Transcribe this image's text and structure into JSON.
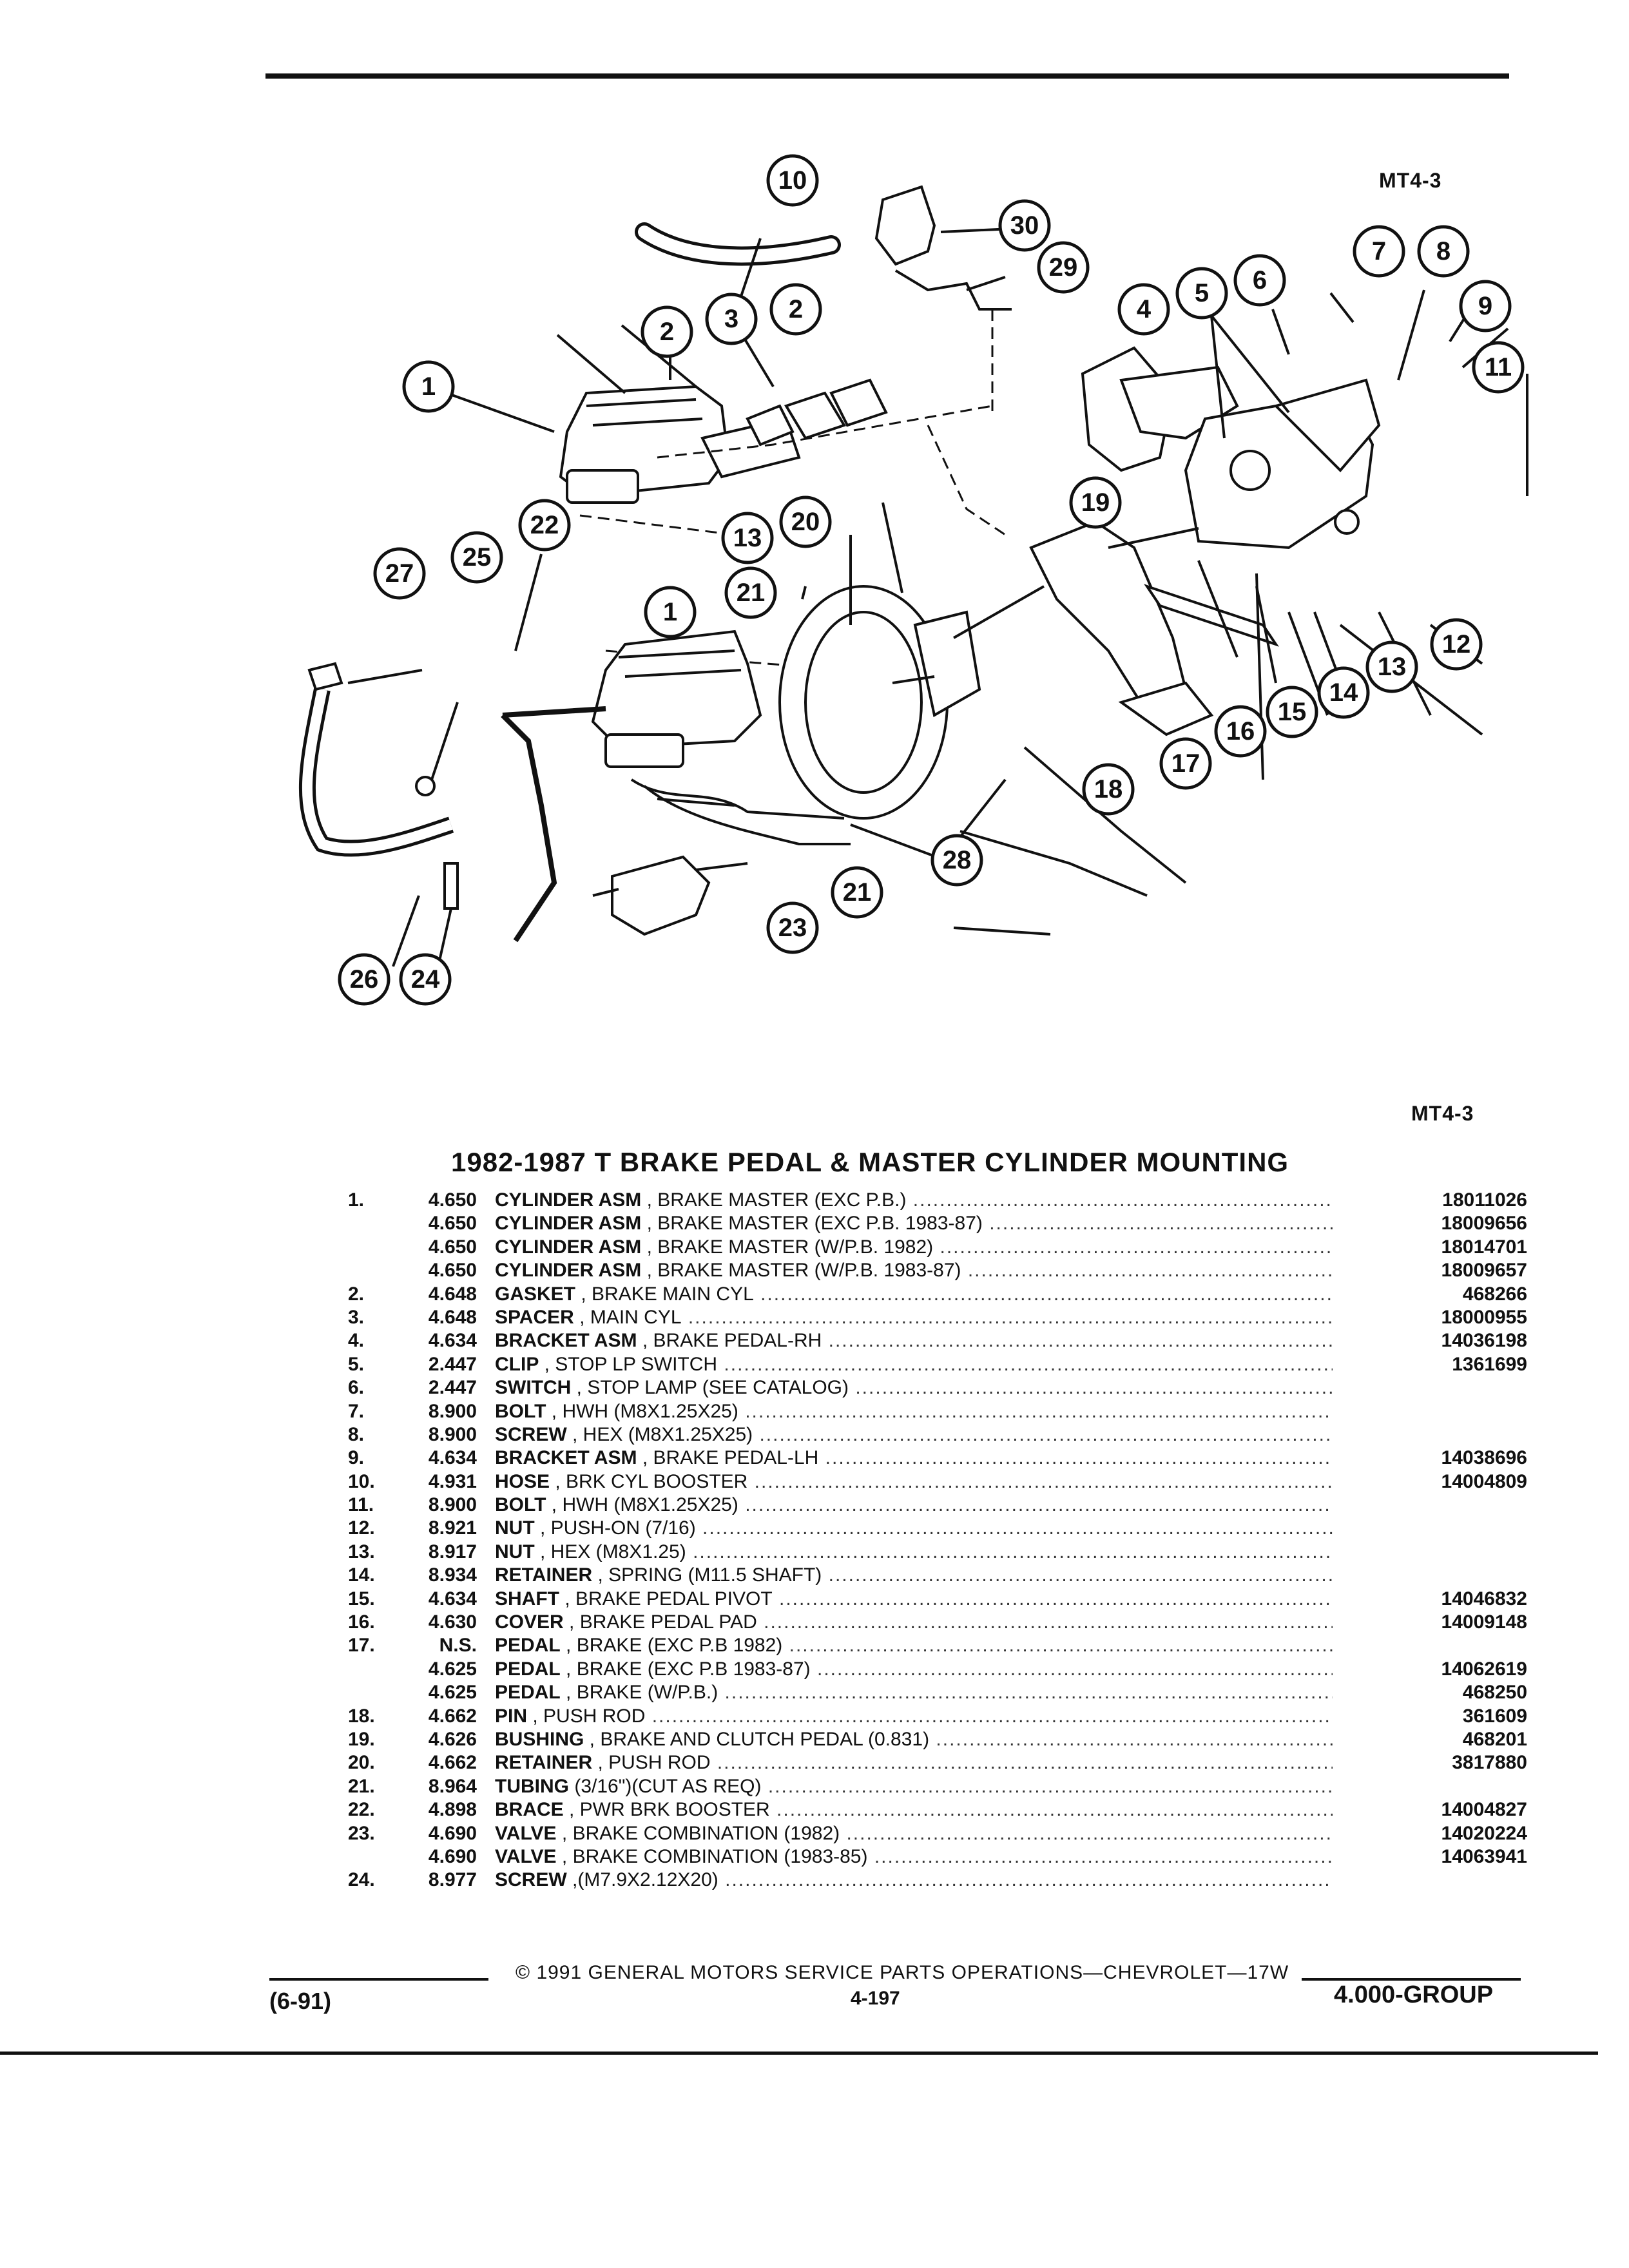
{
  "header": {
    "fig_top": "MT4-3",
    "fig_bottom": "MT4-3"
  },
  "title": "1982-1987 T BRAKE PEDAL & MASTER CYLINDER MOUNTING",
  "callouts": [
    "1",
    "2",
    "3",
    "2",
    "1",
    "4",
    "5",
    "6",
    "7",
    "8",
    "9",
    "10",
    "11",
    "12",
    "13",
    "13",
    "14",
    "15",
    "16",
    "17",
    "18",
    "19",
    "20",
    "21",
    "21",
    "22",
    "23",
    "24",
    "25",
    "26",
    "27",
    "28",
    "29",
    "30"
  ],
  "parts": [
    {
      "num": "1.",
      "grp": "4.650",
      "name": "CYLINDER ASM",
      "desc": " , BRAKE MASTER (EXC P.B.)",
      "pn": "18011026"
    },
    {
      "num": "",
      "grp": "4.650",
      "name": "CYLINDER ASM",
      "desc": " , BRAKE MASTER (EXC P.B. 1983-87)",
      "pn": "18009656"
    },
    {
      "num": "",
      "grp": "4.650",
      "name": "CYLINDER ASM",
      "desc": " , BRAKE MASTER (W/P.B. 1982)",
      "pn": "18014701"
    },
    {
      "num": "",
      "grp": "4.650",
      "name": "CYLINDER ASM",
      "desc": " , BRAKE MASTER (W/P.B. 1983-87)",
      "pn": "18009657"
    },
    {
      "num": "2.",
      "grp": "4.648",
      "name": "GASKET",
      "desc": " , BRAKE MAIN CYL",
      "pn": "468266"
    },
    {
      "num": "3.",
      "grp": "4.648",
      "name": "SPACER",
      "desc": " , MAIN CYL",
      "pn": "18000955"
    },
    {
      "num": "4.",
      "grp": "4.634",
      "name": "BRACKET ASM",
      "desc": " , BRAKE PEDAL-RH",
      "pn": "14036198"
    },
    {
      "num": "5.",
      "grp": "2.447",
      "name": "CLIP",
      "desc": " , STOP LP SWITCH",
      "pn": "1361699"
    },
    {
      "num": "6.",
      "grp": "2.447",
      "name": "SWITCH",
      "desc": " , STOP LAMP (SEE CATALOG)",
      "pn": ""
    },
    {
      "num": "7.",
      "grp": "8.900",
      "name": "BOLT",
      "desc": " , HWH (M8X1.25X25)",
      "pn": ""
    },
    {
      "num": "8.",
      "grp": "8.900",
      "name": "SCREW",
      "desc": " , HEX (M8X1.25X25)",
      "pn": ""
    },
    {
      "num": "9.",
      "grp": "4.634",
      "name": "BRACKET ASM",
      "desc": " , BRAKE PEDAL-LH",
      "pn": "14038696"
    },
    {
      "num": "10.",
      "grp": "4.931",
      "name": "HOSE",
      "desc": " , BRK CYL BOOSTER",
      "pn": "14004809"
    },
    {
      "num": "11.",
      "grp": "8.900",
      "name": "BOLT",
      "desc": " , HWH (M8X1.25X25)",
      "pn": ""
    },
    {
      "num": "12.",
      "grp": "8.921",
      "name": "NUT",
      "desc": " , PUSH-ON (7/16)",
      "pn": ""
    },
    {
      "num": "13.",
      "grp": "8.917",
      "name": "NUT",
      "desc": " , HEX (M8X1.25)",
      "pn": ""
    },
    {
      "num": "14.",
      "grp": "8.934",
      "name": "RETAINER",
      "desc": " , SPRING (M11.5 SHAFT)",
      "pn": ""
    },
    {
      "num": "15.",
      "grp": "4.634",
      "name": "SHAFT",
      "desc": " , BRAKE PEDAL PIVOT",
      "pn": "14046832"
    },
    {
      "num": "16.",
      "grp": "4.630",
      "name": "COVER",
      "desc": " , BRAKE PEDAL PAD",
      "pn": "14009148"
    },
    {
      "num": "17.",
      "grp": "N.S.",
      "name": "PEDAL",
      "desc": " , BRAKE (EXC P.B 1982)",
      "pn": ""
    },
    {
      "num": "",
      "grp": "4.625",
      "name": "PEDAL",
      "desc": " , BRAKE (EXC P.B 1983-87)",
      "pn": "14062619"
    },
    {
      "num": "",
      "grp": "4.625",
      "name": "PEDAL",
      "desc": " , BRAKE (W/P.B.)",
      "pn": "468250"
    },
    {
      "num": "18.",
      "grp": "4.662",
      "name": "PIN",
      "desc": " , PUSH ROD",
      "pn": "361609"
    },
    {
      "num": "19.",
      "grp": "4.626",
      "name": "BUSHING",
      "desc": " , BRAKE AND CLUTCH PEDAL (0.831)",
      "pn": "468201"
    },
    {
      "num": "20.",
      "grp": "4.662",
      "name": "RETAINER",
      "desc": " , PUSH ROD",
      "pn": "3817880"
    },
    {
      "num": "21.",
      "grp": "8.964",
      "name": "TUBING",
      "desc": " (3/16\")(CUT AS REQ)",
      "pn": ""
    },
    {
      "num": "22.",
      "grp": "4.898",
      "name": "BRACE",
      "desc": " , PWR BRK BOOSTER",
      "pn": "14004827"
    },
    {
      "num": "23.",
      "grp": "4.690",
      "name": "VALVE",
      "desc": " , BRAKE COMBINATION (1982)",
      "pn": "14020224"
    },
    {
      "num": "",
      "grp": "4.690",
      "name": "VALVE",
      "desc": " , BRAKE COMBINATION (1983-85)",
      "pn": "14063941"
    },
    {
      "num": "24.",
      "grp": "8.977",
      "name": "SCREW",
      "desc": " ,(M7.9X2.12X20)",
      "pn": ""
    }
  ],
  "footer": {
    "copyright": "© 1991 GENERAL MOTORS SERVICE PARTS OPERATIONS—CHEVROLET—17W",
    "page": "4-197",
    "date": "(6-91)",
    "group": "4.000-GROUP"
  }
}
